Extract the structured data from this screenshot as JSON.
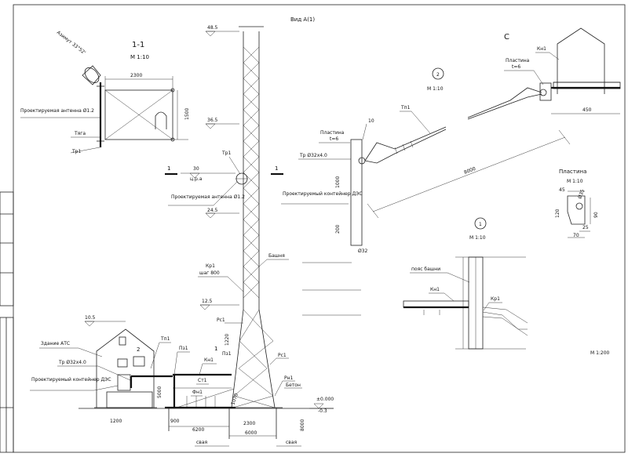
{
  "view_title": "Вид А(1)",
  "section_1_1": {
    "title": "1-1",
    "scale": "М 1:10",
    "azimuth": "Азимут 33°52'",
    "dim_width": "2300",
    "dim_height": "1500",
    "antenna": "Проектируемая антенна Ø1.2",
    "rod": "Тяга",
    "pipe": "Тр1"
  },
  "tower": {
    "levels": [
      "48.5",
      "36.5",
      "30",
      "24.5",
      "12.5",
      "10.5",
      "±0.000",
      "-0.3"
    ],
    "level_note": "ц.р.а",
    "tr1": "Тр1",
    "antenna": "Проектируемая антенна Ø1.2",
    "kr1": "Кр1",
    "step": "шаг 800",
    "tower_label": "Башня",
    "rs1_a": "Рс1",
    "rs1_b": "Рс1",
    "rn1": "Рн1",
    "concrete": "Бетон",
    "section_mark": "1",
    "dim_1220": "1220",
    "dim_1070": "1070",
    "dim_5000": "5000"
  },
  "building": {
    "ats": "Здание АТС",
    "pipe": "Тр Ø32х4.0",
    "container": "Проектируемый контейнер ДЭС",
    "tp1": "Тп1",
    "pz1": "Пз1",
    "kn1": "Кн1",
    "pz1_b": "Пз1",
    "st1": "Ст1",
    "fn1": "Фн1",
    "mark_2": "2",
    "mark_1": "1",
    "dim_900": "900",
    "dim_6200": "6200",
    "dim_2300": "2300",
    "dim_6000": "6000",
    "dim_8000": "8000",
    "dim_1200": "1200",
    "pile_a": "свая",
    "pile_b": "свая"
  },
  "node_2": {
    "mark": "2",
    "scale": "М 1:10",
    "tp1": "Тп1",
    "plate": "Пластина",
    "plate_t": "t=6",
    "plate_right": "Пластина",
    "plate_right_t": "t=6",
    "dim_10": "10",
    "pipe": "Тр Ø32х4.0",
    "container": "Проектируемый контейнер ДЭС",
    "dim_1000": "1000",
    "dim_200": "200",
    "dia_32": "Ø32",
    "dim_8000": "8000",
    "kn1": "Кн1",
    "dim_450": "450",
    "c_mark": "С"
  },
  "plate_detail": {
    "title": "Пластина",
    "scale": "М 1:10",
    "dim_45": "45",
    "dim_120": "120",
    "dim_90": "90",
    "dim_25": "25",
    "dim_70": "70",
    "dia": "Ø35"
  },
  "node_1": {
    "mark": "1",
    "scale": "М 1:10",
    "belt": "пояс башни",
    "kn1": "Кн1",
    "kr1": "Кр1"
  },
  "global_scale": "М 1:200"
}
